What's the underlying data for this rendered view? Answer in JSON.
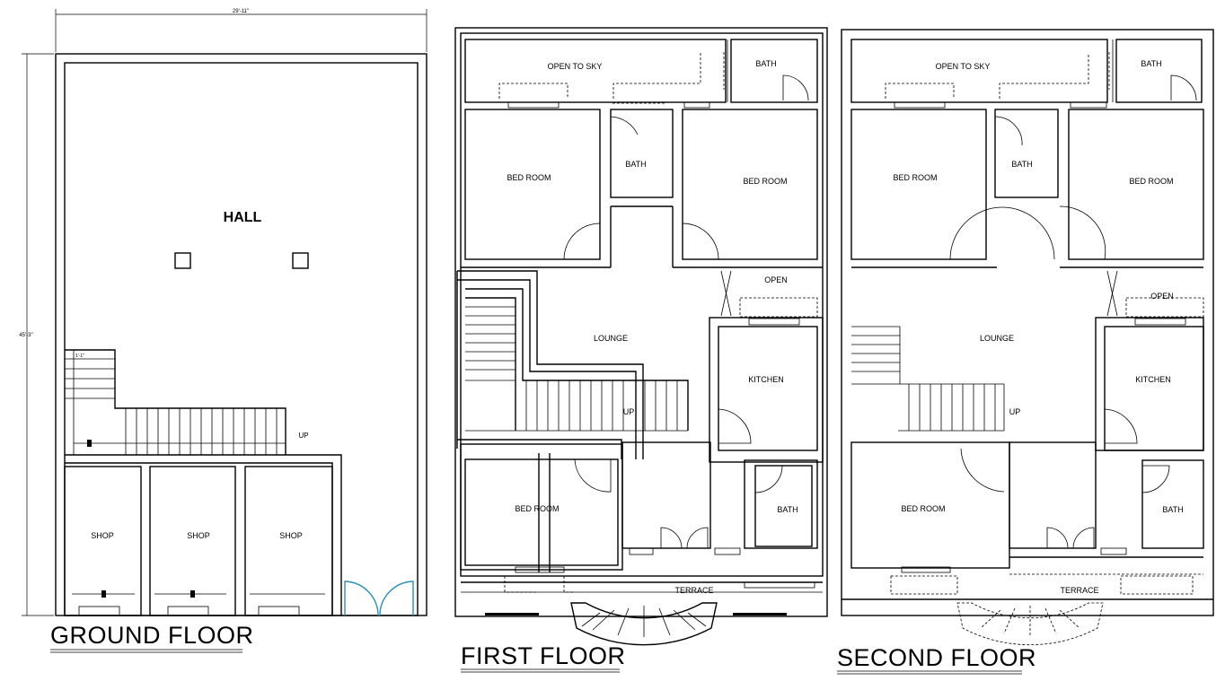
{
  "ground_floor": {
    "title": "GROUND FLOOR",
    "hall_label": "HALL",
    "stair_up_label": "UP",
    "shops": [
      "SHOP",
      "SHOP",
      "SHOP"
    ],
    "width_dim": "29'-11\"",
    "depth_dim": "45'-3\"",
    "riser_label": "1'-1\""
  },
  "first_floor": {
    "title": "FIRST FLOOR",
    "open_to_sky": "OPEN TO SKY",
    "bath_top": "BATH",
    "bath_center": "BATH",
    "bed_left": "BED ROOM",
    "bed_right": "BED ROOM",
    "open": "OPEN",
    "lounge": "LOUNGE",
    "kitchen": "KITCHEN",
    "up": "UP",
    "bed_bottom": "BED ROOM",
    "bath_bottom": "BATH",
    "terrace": "TERRACE"
  },
  "second_floor": {
    "title": "SECOND FLOOR",
    "open_to_sky": "OPEN TO SKY",
    "bath_top": "BATH",
    "bath_center": "BATH",
    "bed_left": "BED ROOM",
    "bed_right": "BED ROOM",
    "open": "OPEN",
    "lounge": "LOUNGE",
    "kitchen": "KITCHEN",
    "up": "UP",
    "bed_bottom": "BED ROOM",
    "bath_bottom": "BATH",
    "terrace": "TERRACE"
  },
  "colors": {
    "line": "#000000",
    "door_accent": "#2a8fb8",
    "background": "#ffffff"
  }
}
